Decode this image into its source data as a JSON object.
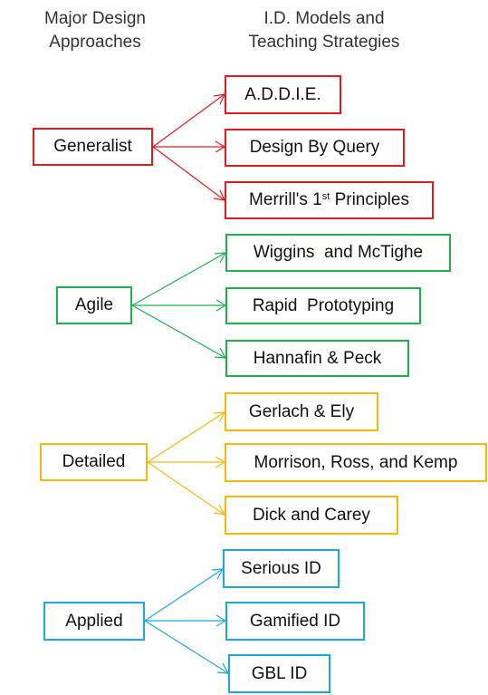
{
  "headers": {
    "left": [
      "Major Design",
      "Approaches"
    ],
    "right": [
      "I.D. Models and",
      "Teaching Strategies"
    ]
  },
  "colors": {
    "generalist": "#e8191c",
    "agile": "#1cb34b",
    "detailed": "#f4b90f",
    "applied": "#1aa9db"
  },
  "groups": [
    {
      "approach": "Generalist",
      "models": [
        "A.D.D.I.E.",
        "Design By Query",
        "Merrill's 1",
        "st",
        " Principles"
      ]
    },
    {
      "approach": "Agile",
      "models": [
        "Wiggins  and McTighe",
        "Rapid  Prototyping",
        "Hannafin & Peck"
      ]
    },
    {
      "approach": "Detailed",
      "models": [
        "Gerlach & Ely",
        "Morrison, Ross, and Kemp",
        "Dick and Carey"
      ]
    },
    {
      "approach": "Applied",
      "models": [
        "Serious ID",
        "Gamified ID",
        "GBL ID"
      ]
    }
  ]
}
